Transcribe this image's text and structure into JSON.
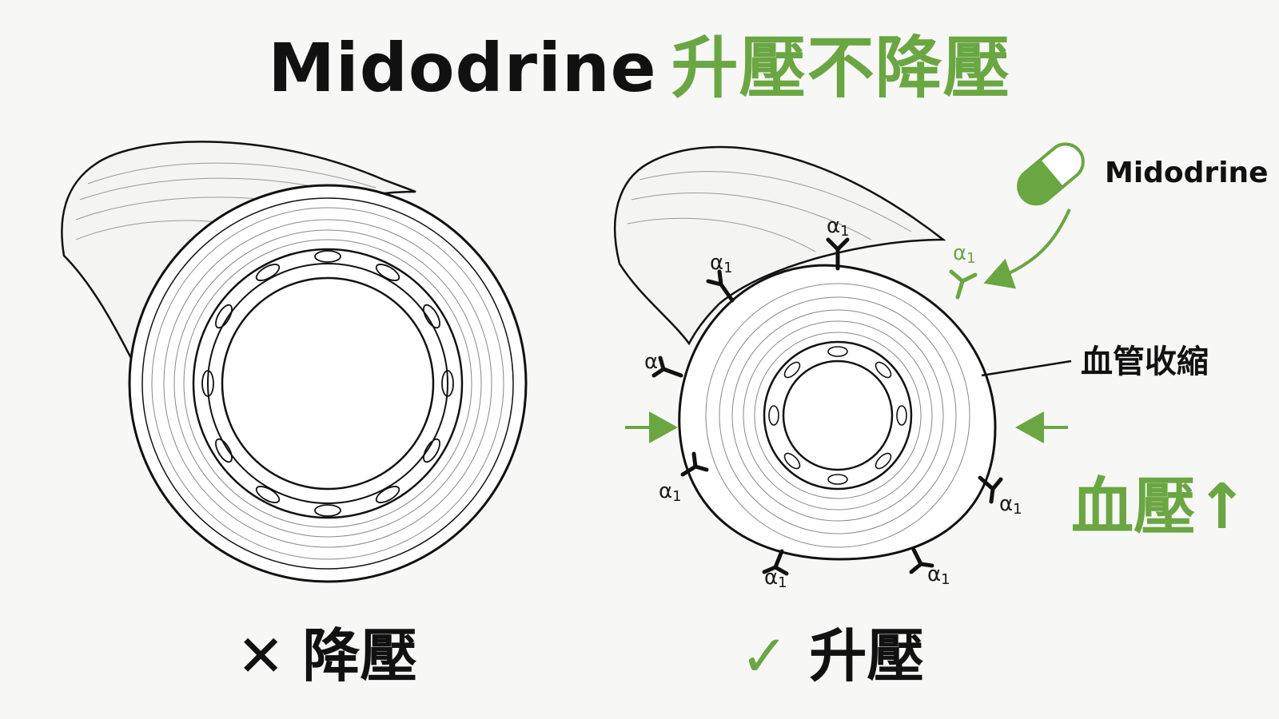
{
  "title": {
    "english": "Midodrine",
    "chinese": "升壓不降壓"
  },
  "left_panel": {
    "caption_mark": "✕",
    "caption_text": "降壓"
  },
  "right_panel": {
    "caption_mark": "✓",
    "caption_text": "升壓",
    "drug_label": "Midodrine",
    "constriction_label": "血管收縮",
    "bp_label": "血壓↑",
    "receptor_label": "α",
    "receptor_subscript": "1"
  },
  "colors": {
    "accent_green": "#6aa642",
    "ink": "#111111",
    "background": "#f7f7f6"
  },
  "icons": [
    "pill-capsule-icon",
    "arrow-icon",
    "x-mark-icon",
    "check-mark-icon",
    "receptor-icon"
  ]
}
